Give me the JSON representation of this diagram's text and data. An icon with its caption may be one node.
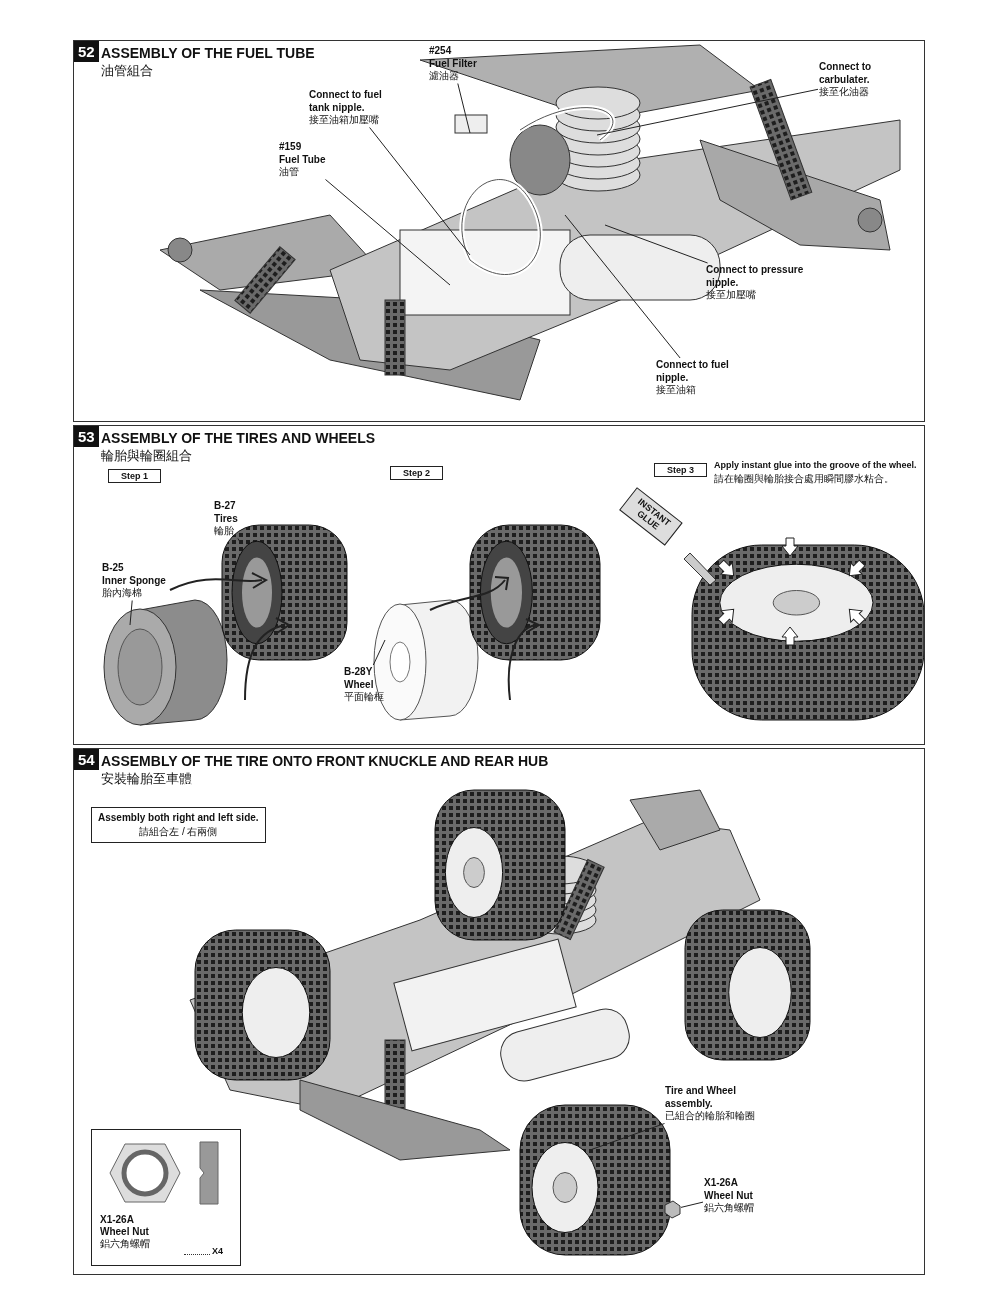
{
  "diagram": {
    "nodes": [
      {
        "text": [
          "52",
          "ASSEMBLY OF THE FUEL TUBE",
          "油管組合"
        ]
      },
      {
        "text": [
          "Connect to fuel tank nipple.",
          "接至油箱加壓嘴"
        ],
        "in": 0
      },
      {
        "text": [
          "#254",
          "Fuel Filter",
          "濾油器"
        ],
        "in": 0
      },
      {
        "text": [
          "#159",
          "Fuel Tube",
          "油管"
        ],
        "in": 0
      },
      {
        "text": [
          "Connect to carbulater.",
          "接至化油器"
        ],
        "in": 0
      },
      {
        "text": [
          "Connect to pressure nipple.",
          "接至加壓嘴"
        ],
        "in": 0
      },
      {
        "text": [
          "Connect to fuel nipple.",
          "接至油箱"
        ],
        "in": 0
      },
      {
        "text": [
          "53",
          "ASSEMBLY OF THE TIRES AND WHEELS",
          "輪胎與輪圈組合"
        ]
      },
      {
        "text": [
          "Step 1"
        ],
        "in": 7
      },
      {
        "text": [
          "Step 2"
        ],
        "in": 7
      },
      {
        "text": [
          "Step 3"
        ],
        "in": 7,
        "beside": [
          "Apply instant glue into the groove of the wheel.",
          "請在輪圈與輪胎接合處用瞬間膠水粘合。"
        ]
      },
      {
        "text": [
          "B-27",
          "Tires",
          "輪胎"
        ],
        "in": 7
      },
      {
        "text": [
          "B-25",
          "Inner Sponge",
          "胎內海棉"
        ],
        "in": 7
      },
      {
        "text": [
          "B-28Y",
          "Wheel",
          "平面輪框"
        ],
        "in": 7
      },
      {
        "text": [
          "INSTANT GLUE"
        ],
        "in": 7
      },
      {
        "text": [
          "54",
          "ASSEMBLY OF THE TIRE ONTO FRONT KNUCKLE AND REAR HUB",
          "安裝輪胎至車體"
        ]
      },
      {
        "text": [
          "Assembly both right and left side.",
          "請組合左 / 右兩側"
        ],
        "in": 15
      },
      {
        "text": [
          "Tire and Wheel assembly.",
          "已組合的輪胎和輪圈"
        ],
        "in": 15
      },
      {
        "text": [
          "X1-26A",
          "Wheel Nut",
          "鋁六角螺帽"
        ],
        "in": 15
      },
      {
        "text": [
          "X1-26A",
          "Wheel Nut",
          "鋁六角螺帽",
          "X4"
        ],
        "in": 15
      },
      {
        "text": [],
        "shape": "picture",
        "in": 15
      }
    ],
    "edges": [
      {
        "from": 1,
        "to": null,
        "arrow": "none"
      },
      {
        "from": 2,
        "to": null,
        "arrow": "none"
      },
      {
        "from": 3,
        "to": null,
        "arrow": "none"
      },
      {
        "from": 4,
        "to": null,
        "arrow": "none"
      },
      {
        "from": 5,
        "to": null,
        "arrow": "none"
      },
      {
        "from": 6,
        "to": null,
        "arrow": "none"
      },
      {
        "from": 11,
        "to": null,
        "arrow": "none"
      },
      {
        "from": 12,
        "to": null,
        "arrow": "none"
      },
      {
        "from": 13,
        "to": null,
        "arrow": "none"
      },
      {
        "from": 17,
        "to": null,
        "arrow": "none"
      },
      {
        "from": 18,
        "to": 20,
        "arrow": "none"
      }
    ]
  }
}
